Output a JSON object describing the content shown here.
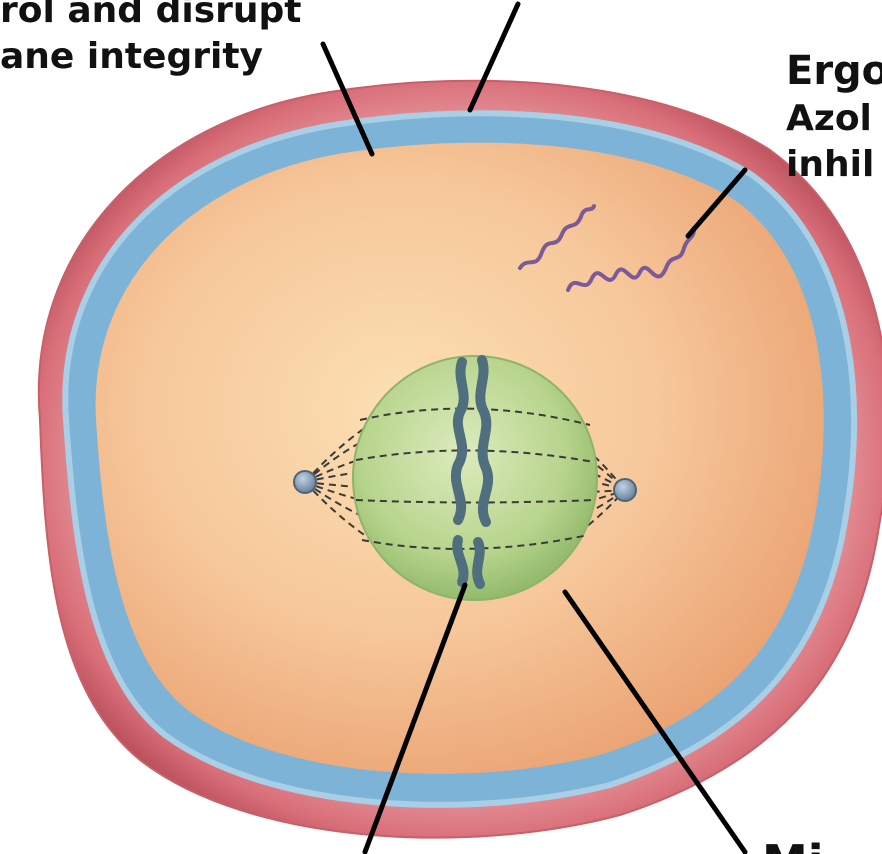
{
  "labels": {
    "top_left_line1": "rol and disrupt",
    "top_left_line2": "ane integrity",
    "right_line1": "Ergo",
    "right_line2": "Azol",
    "right_line3": "inhil",
    "bottom_right": "Mi"
  },
  "colors": {
    "cell_wall": "#d86e78",
    "membrane": "#7db3d6",
    "cytoplasm": "#f6c79a",
    "nucleus": "#b7d48c",
    "chromosome": "#4f6f7e",
    "rna": "#7a5a98",
    "spindle_pole": "#7d95ad",
    "leader_line": "#000000"
  }
}
